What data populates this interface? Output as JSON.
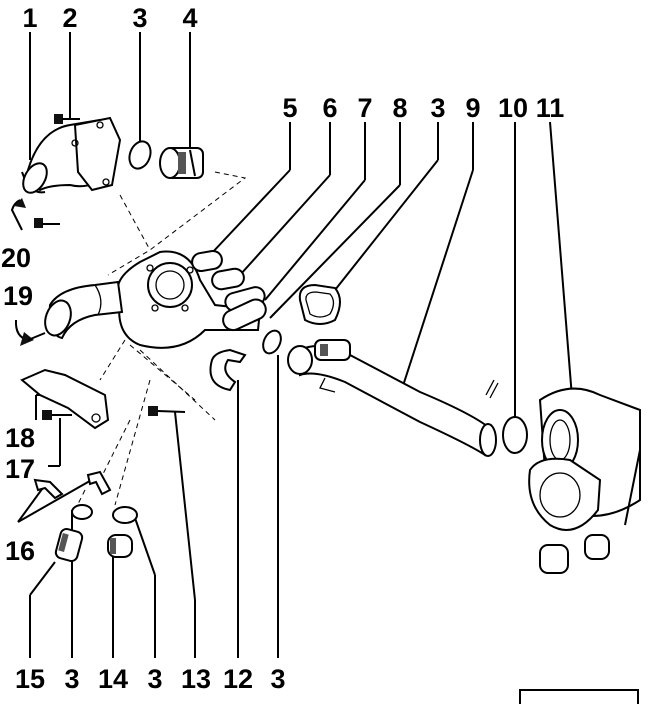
{
  "callouts": {
    "top": [
      "1",
      "2",
      "3",
      "4",
      "5",
      "6",
      "7",
      "8",
      "3",
      "9",
      "10",
      "11"
    ],
    "left": [
      "20",
      "19",
      "18",
      "17",
      "16"
    ],
    "bottom": [
      "15",
      "3",
      "14",
      "3",
      "13",
      "12",
      "3"
    ]
  },
  "colors": {
    "ink": "#000000",
    "paper": "#ffffff"
  }
}
